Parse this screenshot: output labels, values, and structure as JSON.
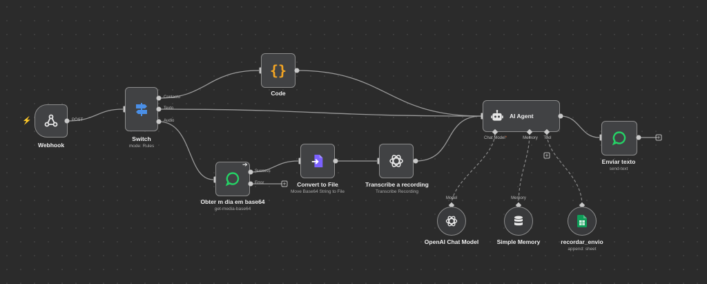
{
  "nodes": {
    "webhook": {
      "label": "Webhook",
      "port": "POST",
      "icon": "webhook-icon"
    },
    "switch": {
      "label": "Switch",
      "subtitle": "mode: Rules",
      "ports": [
        "Contacto",
        "Texto",
        "Audio"
      ],
      "icon": "signpost-icon"
    },
    "code": {
      "label": "Code",
      "icon": "code-braces-icon"
    },
    "ai_agent": {
      "label": "AI Agent",
      "ports": [
        "Chat Model",
        "Memory",
        "Tool"
      ],
      "required_mark": "*",
      "icon": "robot-icon"
    },
    "enviar_texto": {
      "label": "Enviar texto",
      "subtitle": "send-text",
      "icon": "chat-bubble-icon"
    },
    "obter_midia": {
      "label": "Obter m dia em base64",
      "subtitle": "get-media-base64",
      "ports": [
        "Success",
        "Error"
      ],
      "icon": "chat-bubble-icon"
    },
    "convert_to_file": {
      "label": "Convert to File",
      "subtitle": "Move Base64 String to File",
      "icon": "file-convert-icon"
    },
    "transcribe": {
      "label": "Transcribe a recording",
      "subtitle": "Transcribe Recording",
      "icon": "openai-icon"
    },
    "openai_chat_model": {
      "label": "OpenAI Chat Model",
      "port": "Model",
      "icon": "openai-icon"
    },
    "simple_memory": {
      "label": "Simple Memory",
      "port": "Memory",
      "icon": "database-icon"
    },
    "recordar_envio": {
      "label": "recordar_envio",
      "subtitle": "append: sheet",
      "icon": "google-sheets-icon"
    }
  },
  "colors": {
    "canvas": "#2b2b2b",
    "node_fill": "#414244",
    "node_border": "#8d8d8d",
    "edge": "#9b9b9b",
    "trigger_bolt": "#e36a3b",
    "code_brace": "#f5a623",
    "switch_blue": "#4a8fe7",
    "whatsapp_green": "#25d366",
    "convert_purple": "#7b61ff",
    "sheets_green": "#0f9d58"
  }
}
